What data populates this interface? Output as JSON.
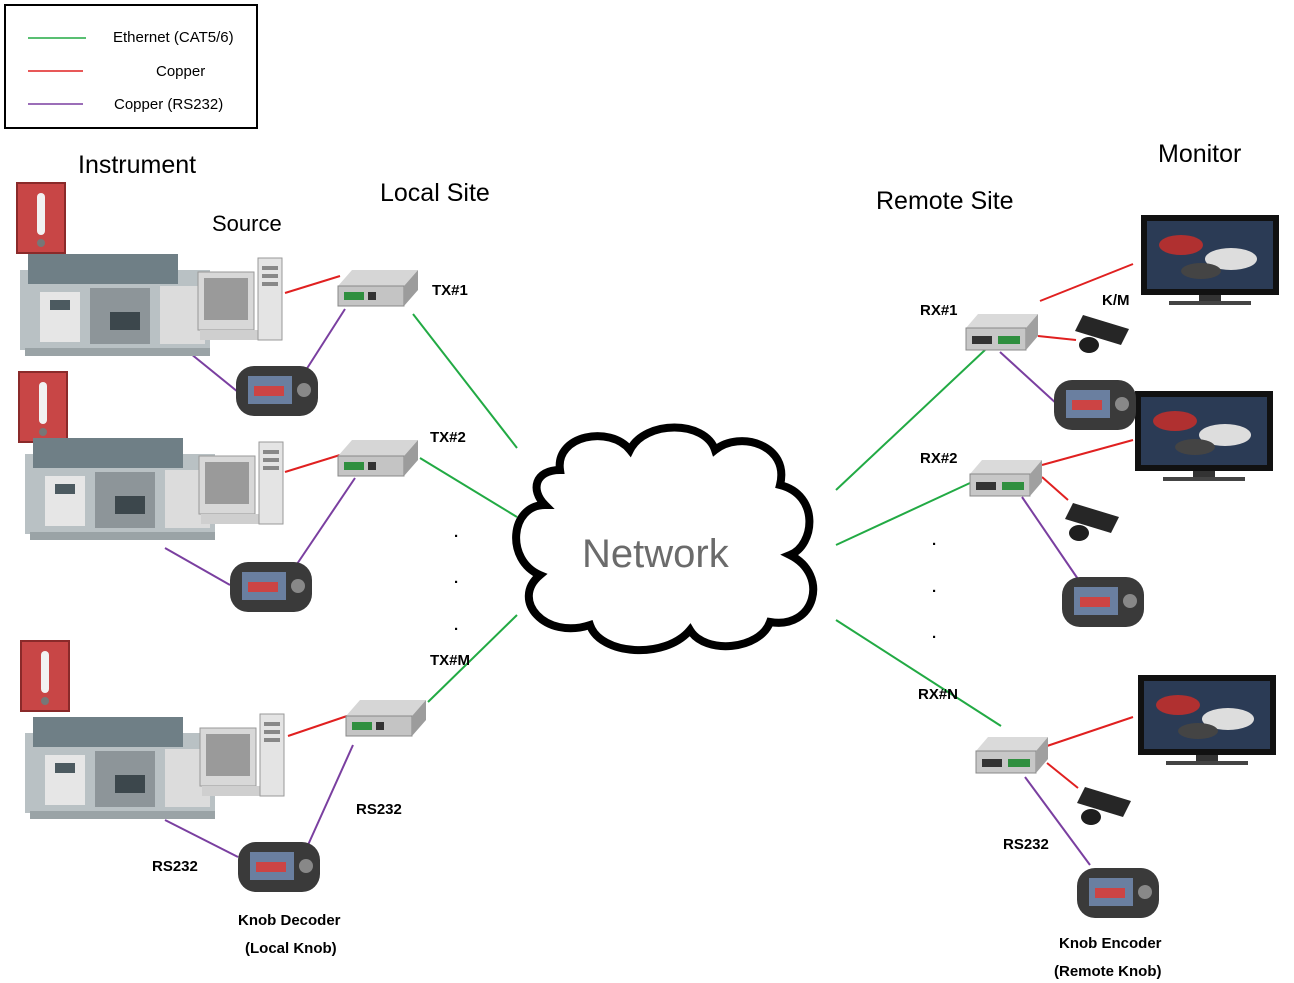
{
  "legend": {
    "items": [
      {
        "label": "Ethernet (CAT5/6)",
        "color": "#22aa44"
      },
      {
        "label": "Copper",
        "color": "#e02020"
      },
      {
        "label": "Copper (RS232)",
        "color": "#7a3fa0"
      }
    ]
  },
  "headings": {
    "instrument": "Instrument",
    "source": "Source",
    "local_site": "Local Site",
    "remote_site": "Remote Site",
    "monitor": "Monitor"
  },
  "network": {
    "label": "Network"
  },
  "transmitters": {
    "tx1": "TX#1",
    "tx2": "TX#2",
    "txm": "TX#M"
  },
  "receivers": {
    "rx1": "RX#1",
    "rx2": "RX#2",
    "rxn": "RX#N"
  },
  "labels": {
    "km": "K/M",
    "rs232_local_left": "RS232",
    "rs232_local_right": "RS232",
    "rs232_remote": "RS232",
    "knob_decoder": "Knob Decoder",
    "knob_decoder_sub": "(Local Knob)",
    "knob_encoder": "Knob Encoder",
    "knob_encoder_sub": "(Remote Knob)"
  },
  "ellipsis_dot": "."
}
